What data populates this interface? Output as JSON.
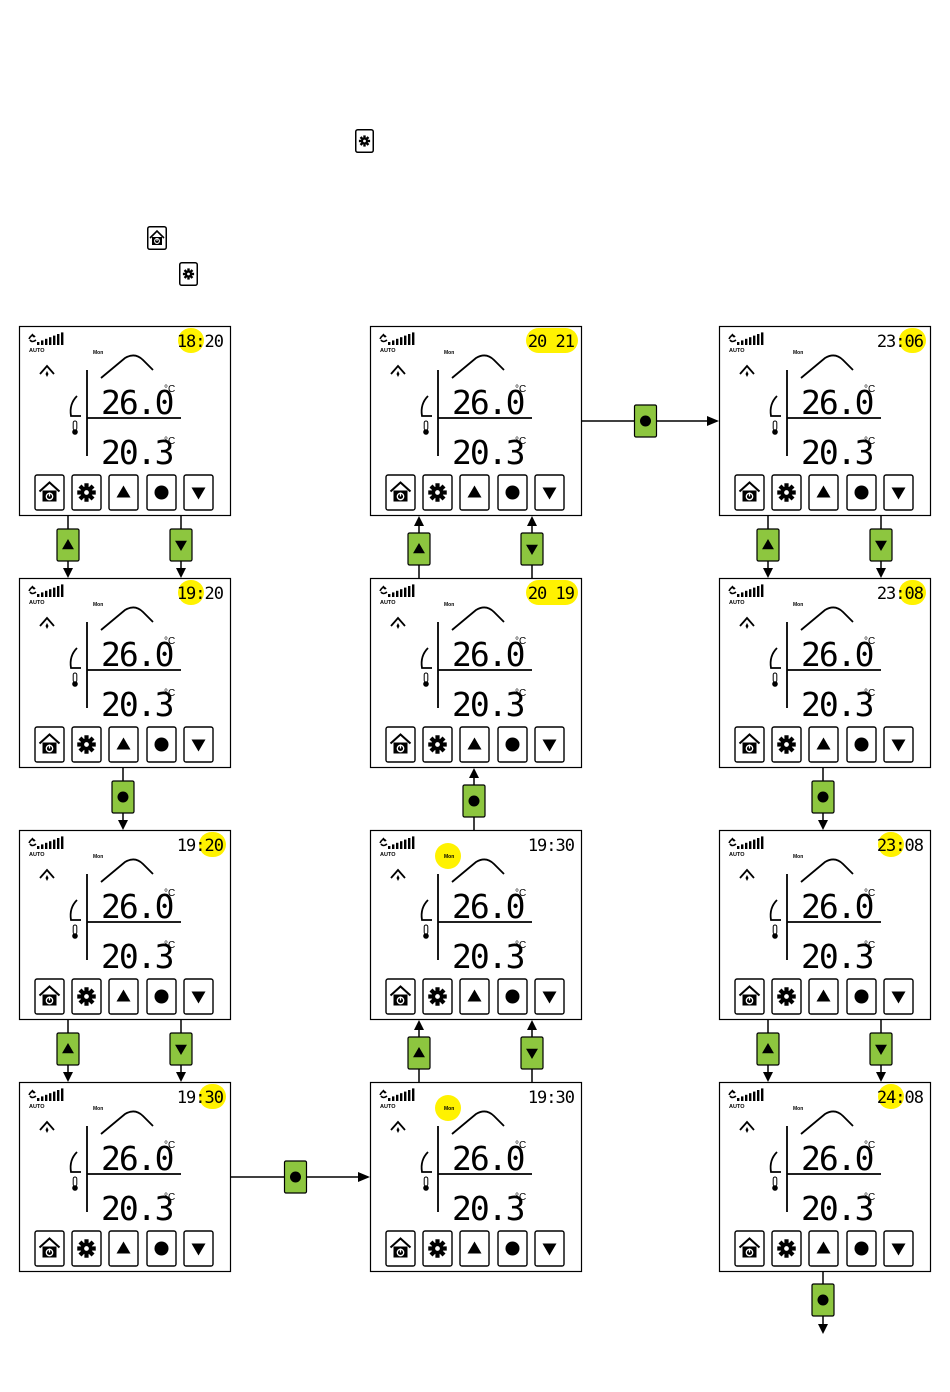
{
  "intro_icons": [
    {
      "icon": "gear-icon"
    },
    {
      "icon": "home-power-icon"
    },
    {
      "icon": "gear-icon"
    }
  ],
  "colors": {
    "highlight": "#fff200",
    "step_button": "#8dc63f",
    "line": "#000000"
  },
  "panels": [
    {
      "id": "c1r1",
      "time_left": "18",
      "time_right": "20",
      "highlight": "left",
      "day": "Mon",
      "day_highlight": false
    },
    {
      "id": "c1r2",
      "time_left": "19",
      "time_right": "20",
      "highlight": "left",
      "day": "Mon",
      "day_highlight": false
    },
    {
      "id": "c1r3",
      "time_left": "19",
      "time_right": "20",
      "highlight": "right",
      "day": "Mon",
      "day_highlight": false
    },
    {
      "id": "c1r4",
      "time_left": "19",
      "time_right": "30",
      "highlight": "right",
      "day": "Mon",
      "day_highlight": false
    },
    {
      "id": "c2r1",
      "time_left": "20",
      "time_right": "21",
      "highlight": "all",
      "day": "Mon",
      "day_highlight": false
    },
    {
      "id": "c2r2",
      "time_left": "20",
      "time_right": "19",
      "highlight": "all",
      "day": "Mon",
      "day_highlight": false
    },
    {
      "id": "c2r3",
      "time_left": "19",
      "time_right": "30",
      "highlight": "none",
      "day": "Mon",
      "day_highlight": true
    },
    {
      "id": "c2r4",
      "time_left": "19",
      "time_right": "30",
      "highlight": "none",
      "day": "Mon",
      "day_highlight": true
    },
    {
      "id": "c3r1",
      "time_left": "23",
      "time_right": "06",
      "highlight": "right",
      "day": "Mon",
      "day_highlight": false
    },
    {
      "id": "c3r2",
      "time_left": "23",
      "time_right": "08",
      "highlight": "right",
      "day": "Mon",
      "day_highlight": false
    },
    {
      "id": "c3r3",
      "time_left": "23",
      "time_right": "08",
      "highlight": "left",
      "day": "Mon",
      "day_highlight": false
    },
    {
      "id": "c3r4",
      "time_left": "24",
      "time_right": "08",
      "highlight": "left",
      "day": "Mon",
      "day_highlight": false
    }
  ],
  "display": {
    "fan_mode": "AUTO",
    "setpoint": "26.0",
    "room_temp": "20.3",
    "unit": "°C"
  },
  "buttons": [
    {
      "icon": "home-power-icon"
    },
    {
      "icon": "gear-icon"
    },
    {
      "icon": "up-triangle-icon"
    },
    {
      "icon": "circle-icon"
    },
    {
      "icon": "down-triangle-icon"
    }
  ],
  "connectors": [
    {
      "from": "c1r1",
      "to": "c1r2",
      "button": "up"
    },
    {
      "from": "c1r1",
      "to": "c1r2",
      "button": "down"
    },
    {
      "from": "c1r2",
      "to": "c1r3",
      "button": "ok"
    },
    {
      "from": "c1r3",
      "to": "c1r4",
      "button": "up"
    },
    {
      "from": "c1r3",
      "to": "c1r4",
      "button": "down"
    },
    {
      "from": "c1r4",
      "to": "c2r4",
      "button": "ok"
    },
    {
      "from": "c2r4",
      "to": "c2r3",
      "button": "up"
    },
    {
      "from": "c2r4",
      "to": "c2r3",
      "button": "down"
    },
    {
      "from": "c2r3",
      "to": "c2r2",
      "button": "ok"
    },
    {
      "from": "c2r2",
      "to": "c2r1",
      "button": "up"
    },
    {
      "from": "c2r2",
      "to": "c2r1",
      "button": "down"
    },
    {
      "from": "c2r1",
      "to": "c3r1",
      "button": "ok"
    },
    {
      "from": "c3r1",
      "to": "c3r2",
      "button": "up"
    },
    {
      "from": "c3r1",
      "to": "c3r2",
      "button": "down"
    },
    {
      "from": "c3r2",
      "to": "c3r3",
      "button": "ok"
    },
    {
      "from": "c3r3",
      "to": "c3r4",
      "button": "up"
    },
    {
      "from": "c3r3",
      "to": "c3r4",
      "button": "down"
    },
    {
      "from": "c3r4",
      "to": "next",
      "button": "ok"
    }
  ]
}
